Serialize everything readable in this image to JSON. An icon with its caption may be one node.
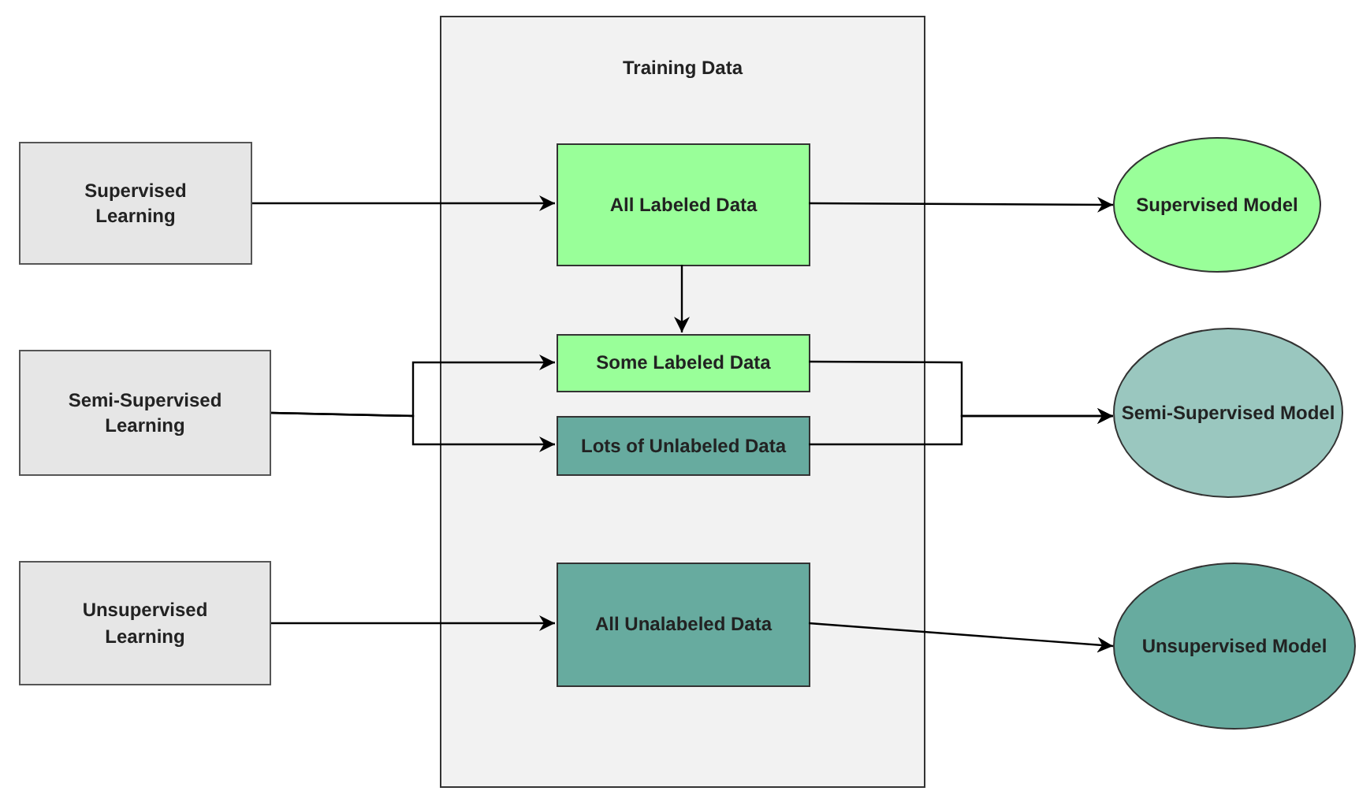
{
  "diagram": {
    "nodes": [
      {
        "text": [
          "Supervised Learning"
        ]
      },
      {
        "text": [
          "Semi-Supervised Learning"
        ]
      },
      {
        "text": [
          "Unsupervised Learning"
        ]
      },
      {
        "text": [
          "Training Data"
        ]
      },
      {
        "text": [
          "All Labeled Data"
        ],
        "in": 3
      },
      {
        "text": [
          "Some Labeled Data"
        ],
        "in": 3
      },
      {
        "text": [
          "Lots of Unlabeled Data"
        ],
        "in": 3
      },
      {
        "text": [
          "All Unalabeled Data"
        ],
        "in": 3
      },
      {
        "text": [
          "Supervised Model"
        ]
      },
      {
        "text": [
          "Semi-Supervised Model"
        ]
      },
      {
        "text": [
          "Unsupervised Model"
        ]
      }
    ],
    "edges": [
      {
        "from": 0,
        "to": 4,
        "arrow": "to"
      },
      {
        "from": 4,
        "to": 5,
        "arrow": "to"
      },
      {
        "from": 1,
        "to": 5,
        "arrow": "to"
      },
      {
        "from": 1,
        "to": 6,
        "arrow": "to"
      },
      {
        "from": 2,
        "to": 7,
        "arrow": "to"
      },
      {
        "from": 4,
        "to": 8,
        "arrow": "to"
      },
      {
        "from": 5,
        "to": 9,
        "arrow": "to"
      },
      {
        "from": 6,
        "to": 9,
        "arrow": "to"
      },
      {
        "from": 7,
        "to": 10,
        "arrow": "to"
      }
    ]
  }
}
